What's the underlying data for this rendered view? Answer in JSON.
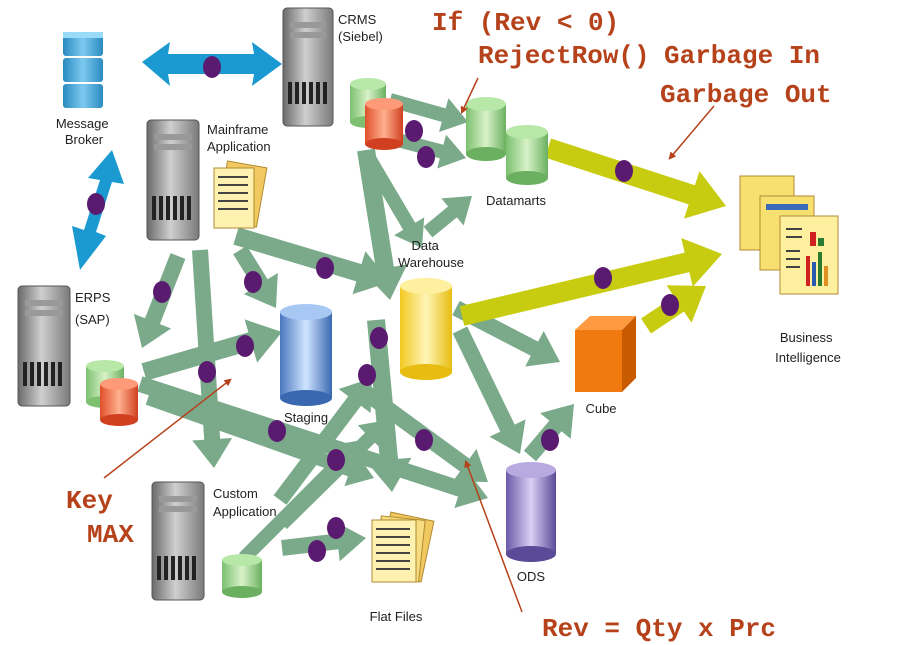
{
  "nodes": {
    "message_broker": [
      "Message",
      "Broker"
    ],
    "crms": [
      "CRMS",
      "(Siebel)"
    ],
    "mainframe": [
      "Mainframe",
      "Application"
    ],
    "erps": [
      "ERPS",
      "(SAP)"
    ],
    "data_warehouse": [
      "Data",
      "Warehouse"
    ],
    "staging": [
      "Staging"
    ],
    "datamarts": [
      "Datamarts"
    ],
    "cube": [
      "Cube"
    ],
    "ods": [
      "ODS"
    ],
    "custom_app": [
      "Custom",
      "Application"
    ],
    "flat_files": [
      "Flat Files"
    ],
    "business_intelligence": [
      "Business",
      "Intelligence"
    ]
  },
  "annotations": {
    "if_rev_line1": "If (Rev < 0)",
    "if_rev_line2": "RejectRow()",
    "garbage_line1": "Garbage In",
    "garbage_line2": "Garbage Out",
    "key_line1": "Key",
    "key_line2": "MAX",
    "rev_formula": "Rev = Qty x Prc"
  },
  "colors": {
    "flow_arrow": "#7aaa8a",
    "output_arrow": "#c8cc10",
    "broker_arrow": "#1a9ad0",
    "dot": "#5a1a70",
    "annotation": "#b5421a"
  }
}
